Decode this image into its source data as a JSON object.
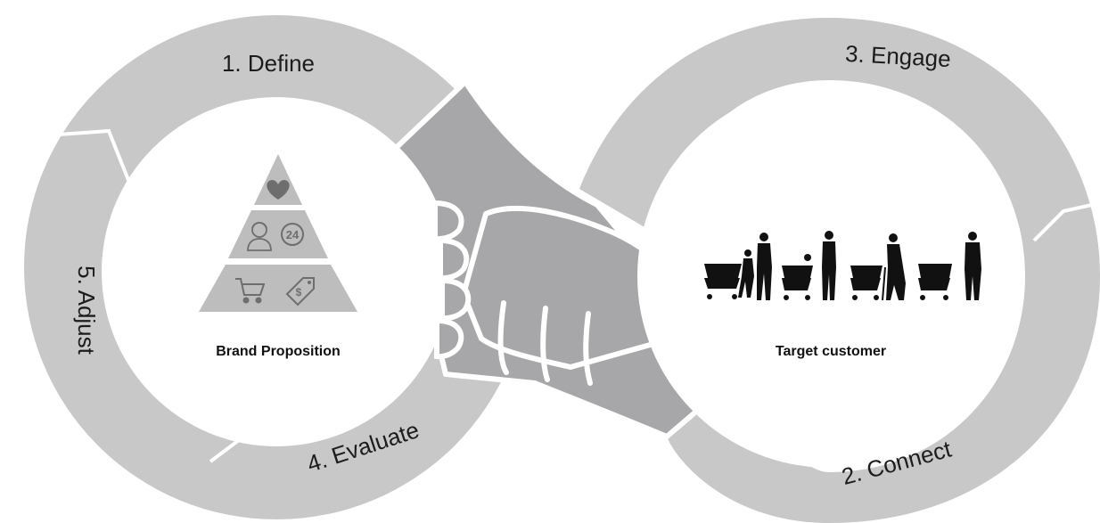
{
  "stages": {
    "define": "1. Define",
    "connect": "2. Connect",
    "engage": "3. Engage",
    "evaluate": "4. Evaluate",
    "adjust": "5. Adjust"
  },
  "left_center": {
    "label": "Brand Proposition",
    "pyramid_top_icon": "heart-icon",
    "pyramid_middle_icons": [
      "person-icon",
      "24-hours-icon"
    ],
    "pyramid_middle_badge": "24",
    "pyramid_bottom_icons": [
      "shopping-cart-icon",
      "price-tag-icon"
    ],
    "price_tag_symbol": "$"
  },
  "right_center": {
    "label": "Target customer",
    "illustration": "shoppers-with-carts-silhouettes"
  },
  "connector": "handshake-icon",
  "colors": {
    "ring": "#c8c8c8",
    "hand": "#a7a7a9",
    "pyramid": "#bdbdbd",
    "icon": "#6e6e6e",
    "silhouette": "#111111"
  }
}
